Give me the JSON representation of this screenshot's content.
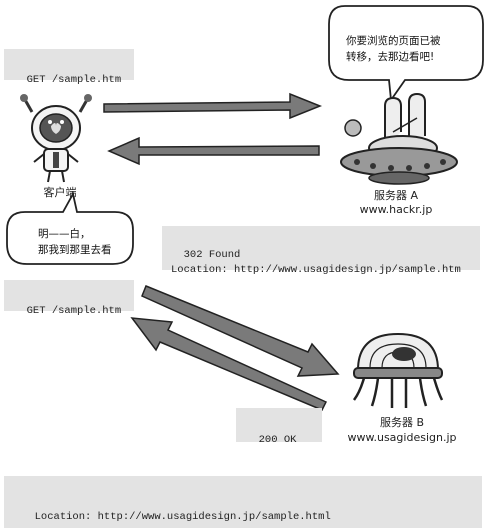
{
  "request1": {
    "text": "GET /sample.htm"
  },
  "client": {
    "label": "客户端"
  },
  "server_a": {
    "label": "服务器 A",
    "host": "www.hackr.jp"
  },
  "server_a_bubble": {
    "line1": "你要浏览的页面已被",
    "line2": "转移，去那边看吧!"
  },
  "client_bubble": {
    "line1": "明——白，",
    "line2": "那我到那里去看"
  },
  "response1": {
    "line1": "302 Found",
    "line2": "Location: http://www.usagidesign.jp/sample.htm"
  },
  "request2": {
    "text": "GET /sample.htm"
  },
  "server_b": {
    "label": "服务器 B",
    "host": "www.usagidesign.jp"
  },
  "response2": {
    "text": "200 OK"
  },
  "footer": {
    "text": "Location: http://www.usagidesign.jp/sample.html"
  }
}
